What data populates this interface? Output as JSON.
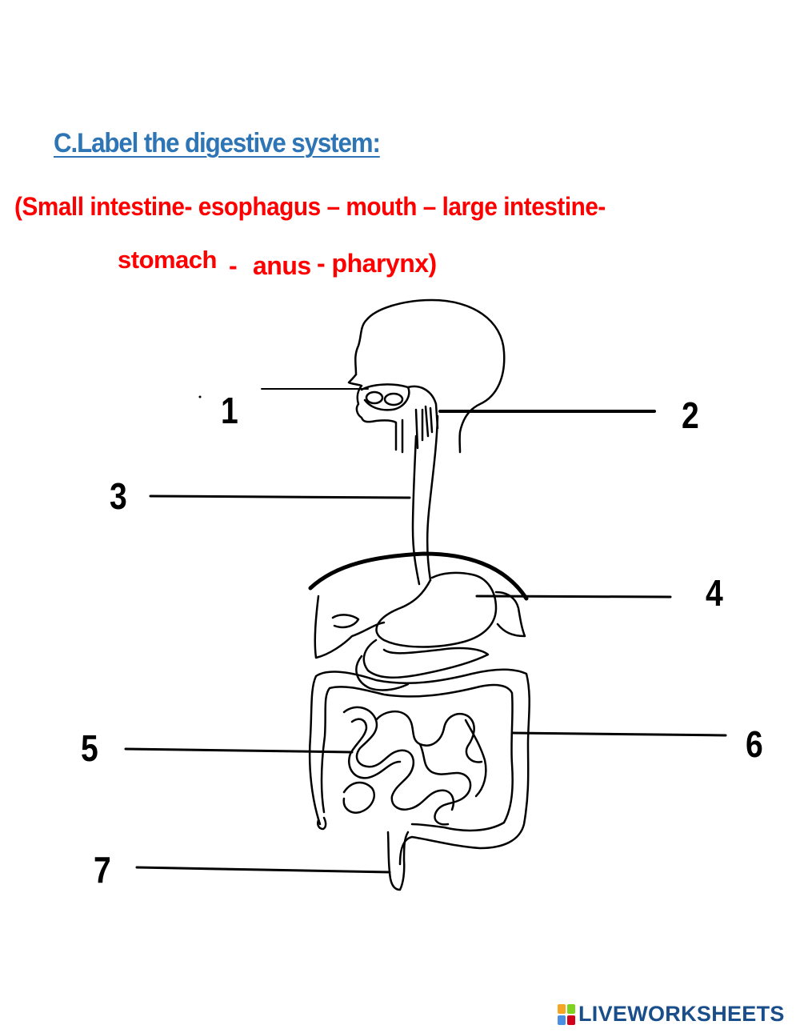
{
  "worksheet": {
    "title": "C.Label the digestive system:",
    "word_bank": {
      "line1": "(Small intestine- esophagus – mouth – large intestine-",
      "stomach": "stomach",
      "dash1": "-",
      "anus": "anus",
      "rest": "- pharynx)"
    },
    "label_numbers": [
      "1",
      "2",
      "3",
      "4",
      "5",
      "6",
      "7"
    ]
  },
  "footer": {
    "brand": "LIVEWORKSHEETS",
    "logo_colors": [
      "#f5a623",
      "#7ed321",
      "#4a90e2",
      "#d0021b"
    ]
  },
  "colors": {
    "title": "#2e75b6",
    "word_bank": "#ff0000",
    "brand": "#1a4e8a"
  }
}
